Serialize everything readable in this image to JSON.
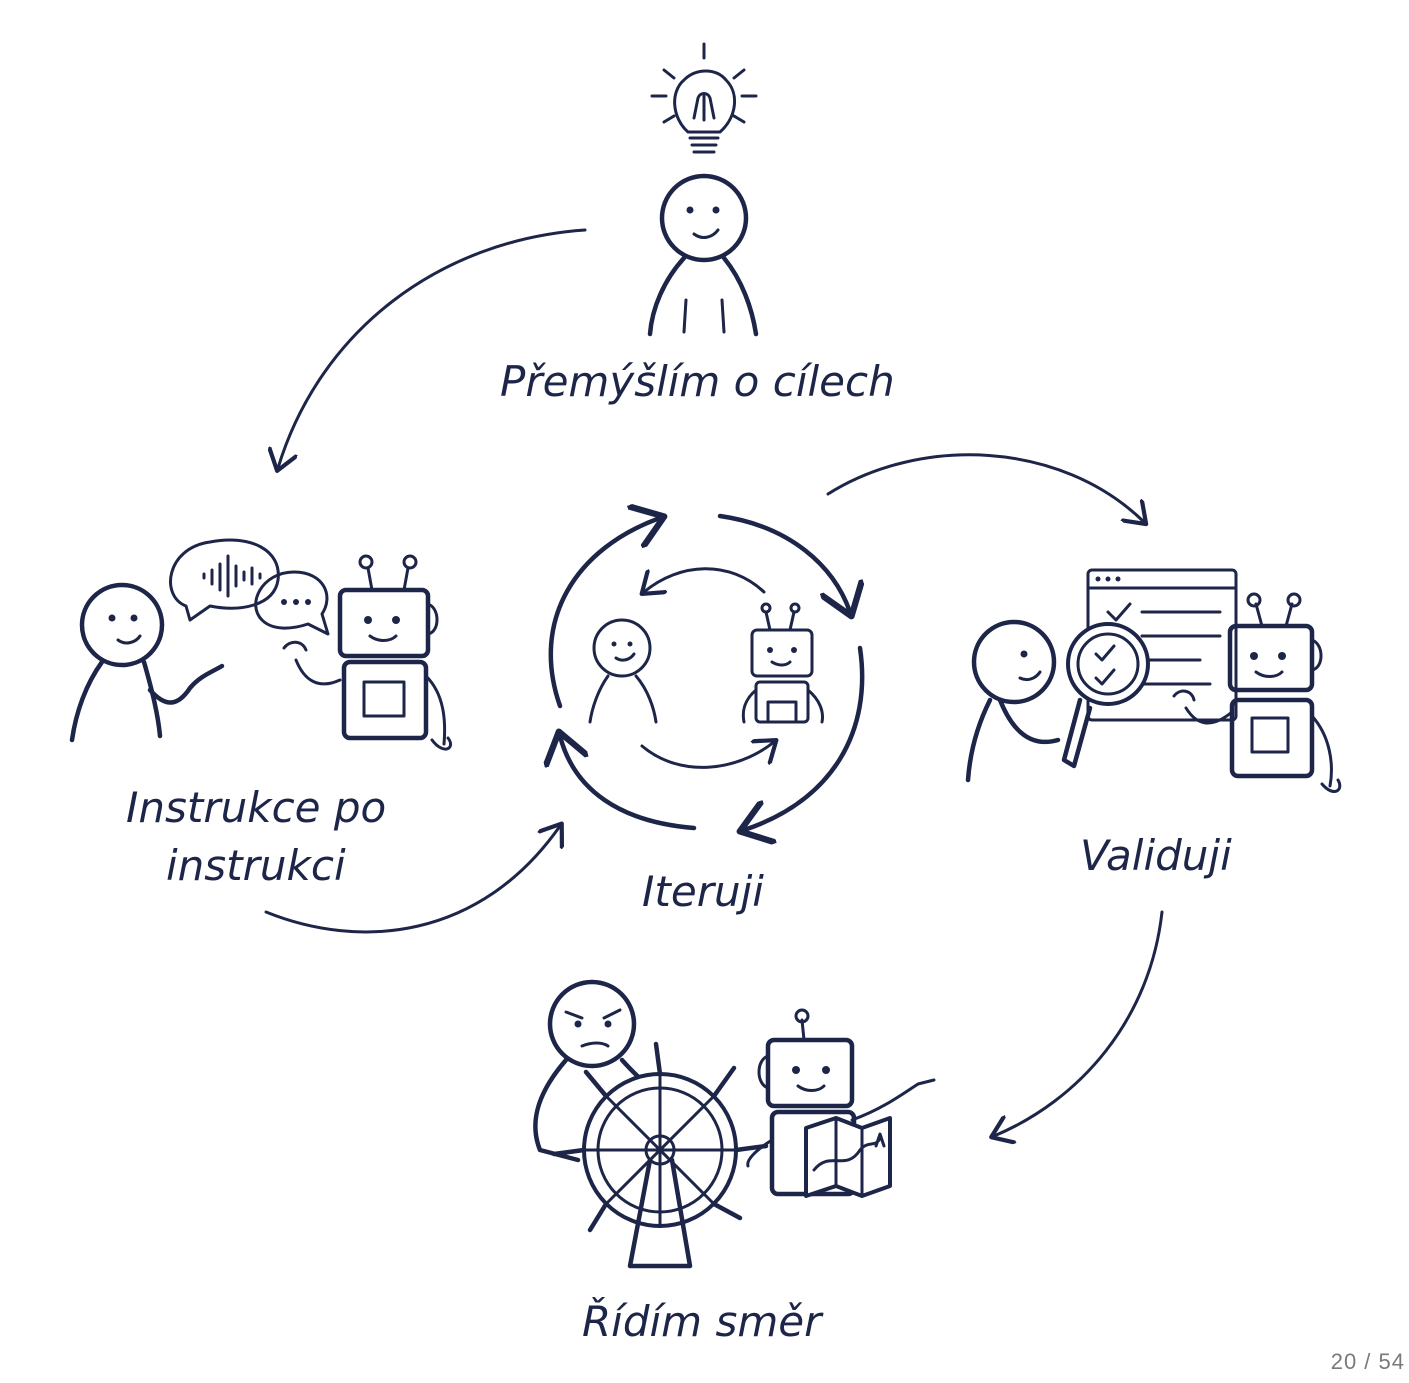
{
  "diagram": {
    "stage_goals": "Přemýšlím o cílech",
    "stage_instructions_line1": "Instrukce po",
    "stage_instructions_line2": "instrukci",
    "stage_iterate": "Iteruji",
    "stage_validate": "Validuji",
    "stage_steer": "Řídím směr"
  },
  "footer": {
    "page_counter": "20 / 54"
  },
  "colors": {
    "ink": "#1d2548",
    "background": "#ffffff",
    "counter": "#7a7a7a"
  }
}
